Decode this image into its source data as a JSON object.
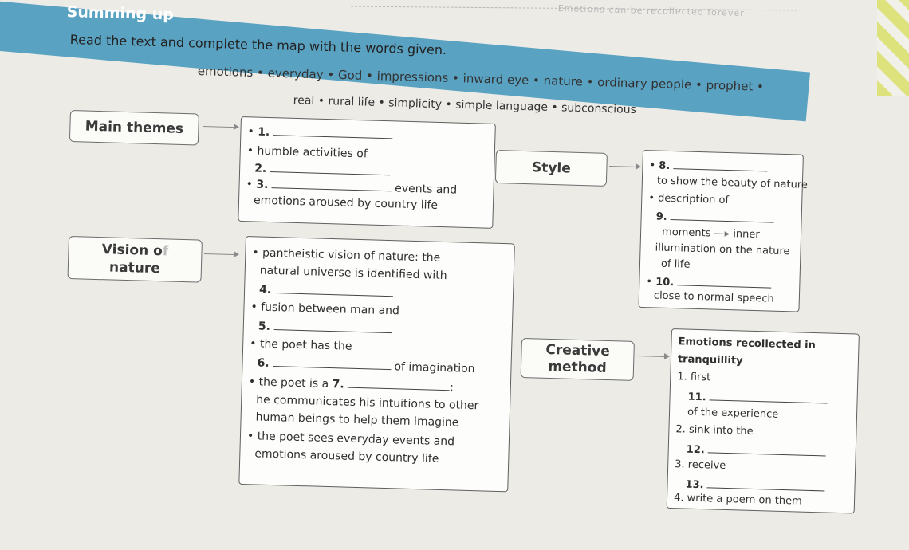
{
  "header": {
    "title": "Summing up",
    "faded_note": "Emotions can be recollected forever"
  },
  "instruction": "Read the text and complete the map with the words given.",
  "word_bank": {
    "line1": "emotions • everyday • God • impressions • inward eye • nature • ordinary people • prophet •",
    "line2": "real • rural life • simplicity • simple language • subconscious"
  },
  "main_themes": {
    "label": "Main themes",
    "n1": "1.",
    "humble": "humble activities of",
    "n2": "2.",
    "n3": "3.",
    "events": "events and",
    "emotions_line": "emotions aroused by country life"
  },
  "vision": {
    "label_part1": "Vision o",
    "label_part2": "f",
    "label_line2": "nature",
    "pantheistic": "pantheistic vision of nature: the",
    "natural": "natural universe is identified with",
    "n4": "4.",
    "fusion": "fusion between man and",
    "n5": "5.",
    "poet_has": "the poet has the",
    "n6": "6.",
    "of_imagination": "of imagination",
    "poet_is": "the poet is a",
    "n7": "7.",
    "semicolon": ";",
    "communicates": "he communicates his intuitions to other",
    "human": "human beings to help them imagine",
    "sees": "the poet sees everyday events and",
    "emotions_aroused": "emotions aroused by country life"
  },
  "style": {
    "label": "Style",
    "n8": "8.",
    "show_beauty": "to show the beauty of nature",
    "description": "description of",
    "n9": "9.",
    "moments": "moments",
    "inner": "inner",
    "illumination": "illumination on the nature",
    "of_life": "of life",
    "n10": "10.",
    "close": "close to normal speech"
  },
  "creative": {
    "label_line1": "Creative",
    "label_line2": "method",
    "heading1": "Emotions recollected in",
    "heading2": "tranquillity",
    "step1": "1. first",
    "n11": "11.",
    "of_experience": "of the experience",
    "step2": "2. sink into the",
    "n12": "12.",
    "step3": "3. receive",
    "n13": "13.",
    "step4": "4. write a poem on them"
  }
}
